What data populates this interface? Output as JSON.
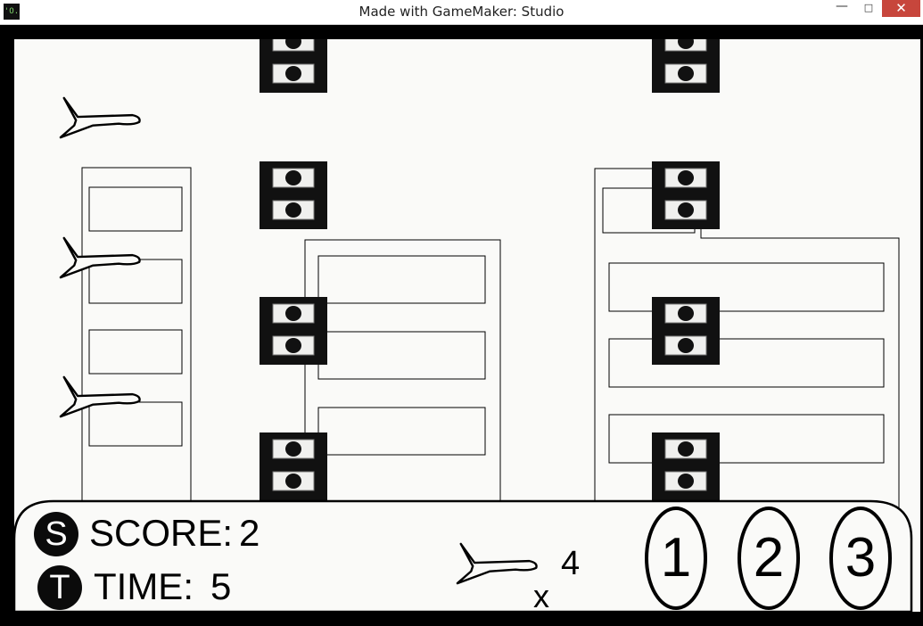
{
  "window": {
    "title": "Made with GameMaker: Studio",
    "app_icon": "gamemaker-icon",
    "controls": {
      "minimize": "—",
      "maximize": "□",
      "close": "✕"
    }
  },
  "hud": {
    "score_icon_letter": "S",
    "score_label": "SCORE:",
    "score_value": "2",
    "time_icon_letter": "T",
    "time_label": "TIME:",
    "time_value": "5",
    "lives_prefix": "x",
    "lives_count": "4",
    "levels": [
      "1",
      "2",
      "3"
    ]
  },
  "colors": {
    "background": "#fafaf8",
    "ink": "#000000",
    "window_close": "#c7463c"
  }
}
